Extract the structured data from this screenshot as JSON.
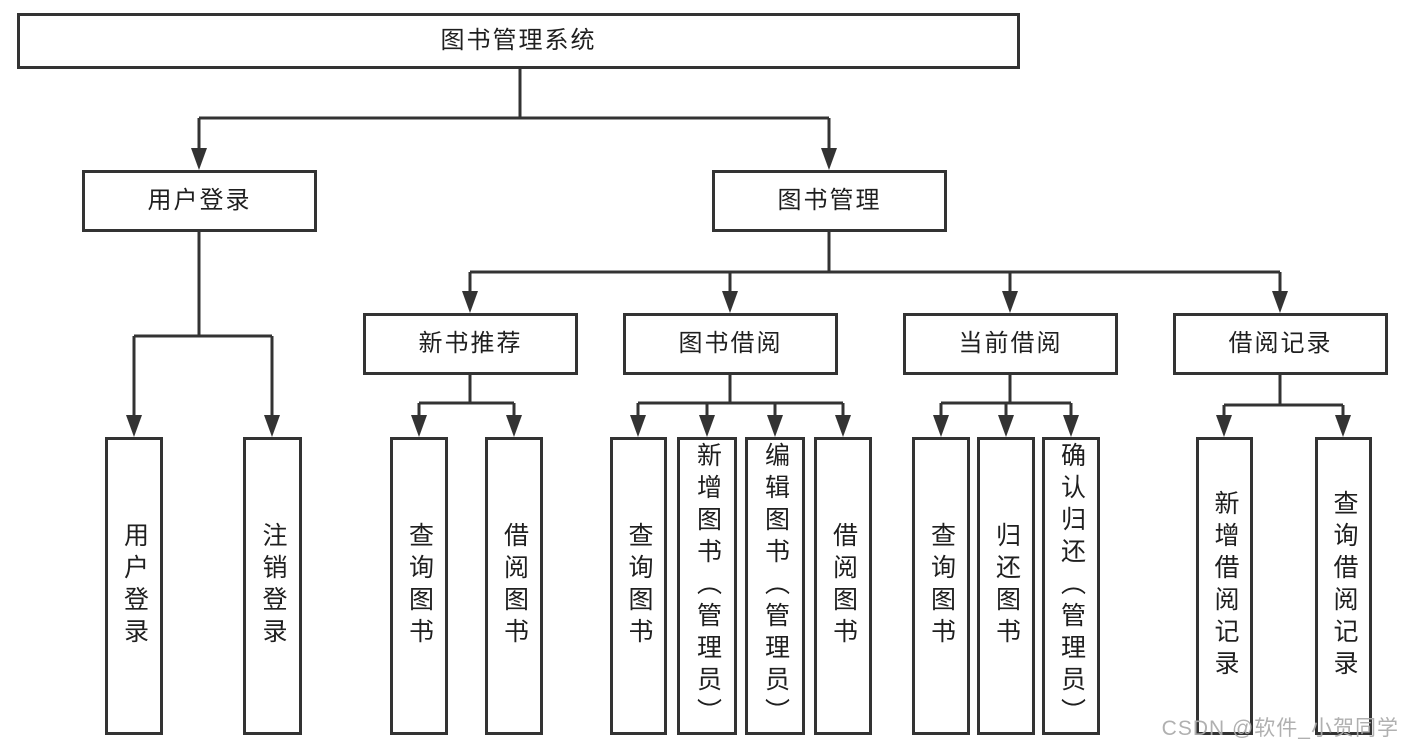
{
  "tree": {
    "root": "图书管理系统",
    "children": [
      {
        "label": "用户登录",
        "children": [
          "用户登录",
          "注销登录"
        ]
      },
      {
        "label": "图书管理",
        "children": [
          {
            "label": "新书推荐",
            "children": [
              "查询图书",
              "借阅图书"
            ]
          },
          {
            "label": "图书借阅",
            "children": [
              "查询图书",
              "新增图书（管理员）",
              "编辑图书（管理员）",
              "借阅图书"
            ]
          },
          {
            "label": "当前借阅",
            "children": [
              "查询图书",
              "归还图书",
              "确认归还（管理员）"
            ]
          },
          {
            "label": "借阅记录",
            "children": [
              "新增借阅记录",
              "查询借阅记录"
            ]
          }
        ]
      }
    ]
  },
  "watermark": "CSDN @软件_小贺同学",
  "colors": {
    "line": "#333333",
    "text": "#1f1f1f",
    "watermark": "#acacac",
    "background": "#ffffff"
  }
}
